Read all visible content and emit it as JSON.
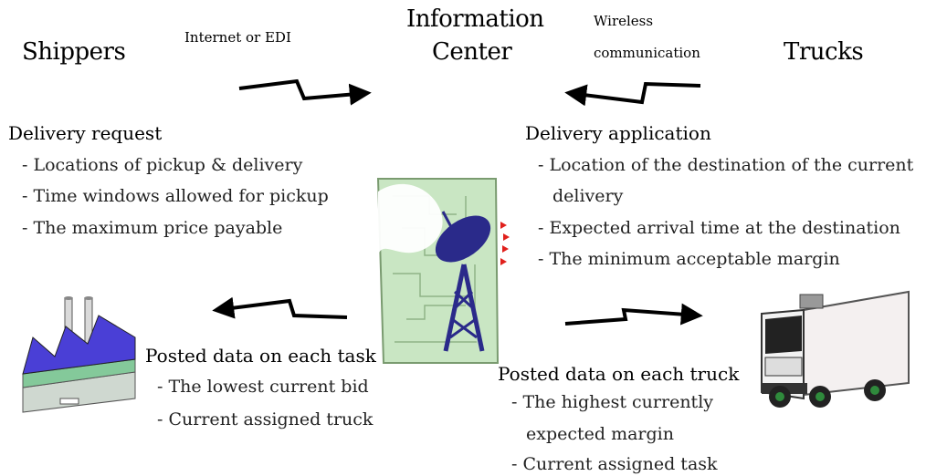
{
  "nodes": {
    "shippers": "Shippers",
    "center_line1": "Information",
    "center_line2": "Center",
    "trucks": "Trucks"
  },
  "links": {
    "left": "Internet or EDI",
    "right_line1": "Wireless",
    "right_line2": "communication"
  },
  "delivery_request": {
    "heading": "Delivery request",
    "items": [
      "- Locations of pickup & delivery",
      "- Time windows allowed for pickup",
      "- The maximum price payable"
    ]
  },
  "delivery_application": {
    "heading": "Delivery application",
    "items": [
      "- Location of the   destination of the current",
      "delivery",
      "- Expected arrival time at the destination",
      "- The minimum acceptable margin"
    ]
  },
  "posted_task": {
    "heading": "Posted data on each task",
    "items": [
      "- The lowest current bid",
      "- Current assigned truck"
    ]
  },
  "posted_truck": {
    "heading": "Posted data on each truck",
    "items": [
      "- The highest currently",
      "expected margin",
      "- Current assigned task"
    ]
  },
  "colors": {
    "factory": "#4a3fd6",
    "antenna": "#2a2a8a",
    "circuit_bg": "#c9e6c3",
    "truck_cab": "#f2f2f2"
  }
}
